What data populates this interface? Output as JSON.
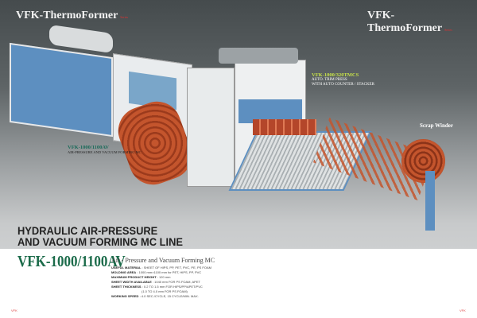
{
  "header": {
    "brand_left": "VFK-ThermoFormer",
    "brand_right": "VFK-ThermoFormer",
    "brand_tag": "Series"
  },
  "captions": {
    "forming": {
      "model": "VFK-1000/1100AV",
      "desc": "AIR-PRESSURE AND VACUUM FORMING MC"
    },
    "trim": {
      "model": "VFK-1000/320TMCS",
      "line1": "AUTO. TRIM PRESS",
      "line2": "WITH AUTO COUNTER / STACKER"
    },
    "winder": "Scrap Winder"
  },
  "title": {
    "line1": "HYDRAULIC AIR-PRESSURE",
    "line2": "AND VACUUM FORMING MC LINE"
  },
  "model": "VFK-1000/1100AV",
  "subtitle": "Air - Pressure and Vacuum Forming MC",
  "specs": [
    {
      "label": "USEFUL MATERIAL",
      "value": "SHEET OF HIPS, PP, PET, PVC, PE, PS FOAM"
    },
    {
      "label": "MOLDING AREA",
      "value": "1000 mm×1100 mm for PET, HIPS, PP, PVC"
    },
    {
      "label": "MAXIMUM PRODUCT HEIGHT",
      "value": "120 mm"
    },
    {
      "label": "SHEET WIDTH AVAILABLE",
      "value": "1040 mm FOR PS FOAM, APET"
    },
    {
      "label": "SHEET THICKNESS",
      "value": "0.2 TO 1.5 mm FOR HIPS/PP/APET/PVC"
    },
    {
      "label": "",
      "value": "(1.0 TO 4.0 mm FOR PS FOAM)"
    },
    {
      "label": "WORKING SPEED",
      "value": "4.0 SEC./CYCLE, 15 CYCLE/MIN. MAX."
    }
  ],
  "footer": {
    "left": "VFK",
    "right": "VFK"
  },
  "colors": {
    "machine_blue": "#5d8fc0",
    "product_orange": "#c4552d",
    "model_green": "#1b6b4a"
  }
}
